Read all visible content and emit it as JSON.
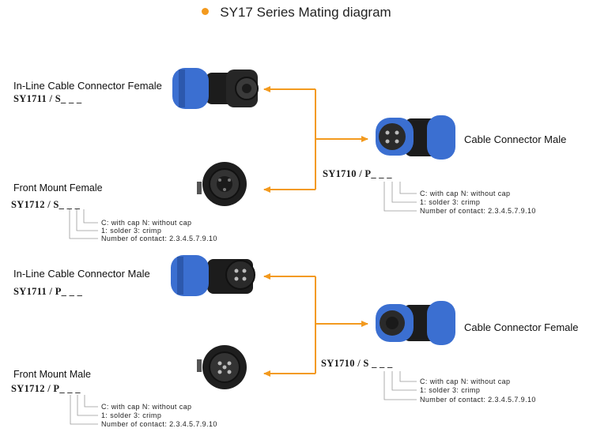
{
  "title": "SY17 Series Mating diagram",
  "accent_color": "#f39a1e",
  "connector_color": "#3b6fd1",
  "sections": [
    {
      "left_top": {
        "name": "In-Line Cable Connector Female",
        "code": "SY1711 / S_ _ _"
      },
      "left_bottom": {
        "name": "Front Mount Female",
        "code": "SY1712 / S_ _ _",
        "notes": [
          "C: with cap   N: without cap",
          "1: solder   3: crimp",
          "Number of contact: 2.3.4.5.7.9.10"
        ]
      },
      "right": {
        "name": "Cable Connector Male",
        "code": "SY1710 / P_ _ _",
        "notes": [
          "C: with cap   N: without cap",
          "1: solder   3: crimp",
          "Number of contact: 2.3.4.5.7.9.10"
        ]
      }
    },
    {
      "left_top": {
        "name": "In-Line Cable Connector Male",
        "code": "SY1711 / P_ _ _"
      },
      "left_bottom": {
        "name": "Front Mount  Male",
        "code": "SY1712 / P_ _ _",
        "notes": [
          "C: with cap   N: without cap",
          "1: solder   3: crimp",
          "Number of contact: 2.3.4.5.7.9.10"
        ]
      },
      "right": {
        "name": "Cable Connector Female",
        "code": "SY1710 / S _ _ _",
        "notes": [
          "C: with cap   N: without cap",
          "1: solder   3: crimp",
          "Number of contact: 2.3.4.5.7.9.10"
        ]
      }
    }
  ]
}
